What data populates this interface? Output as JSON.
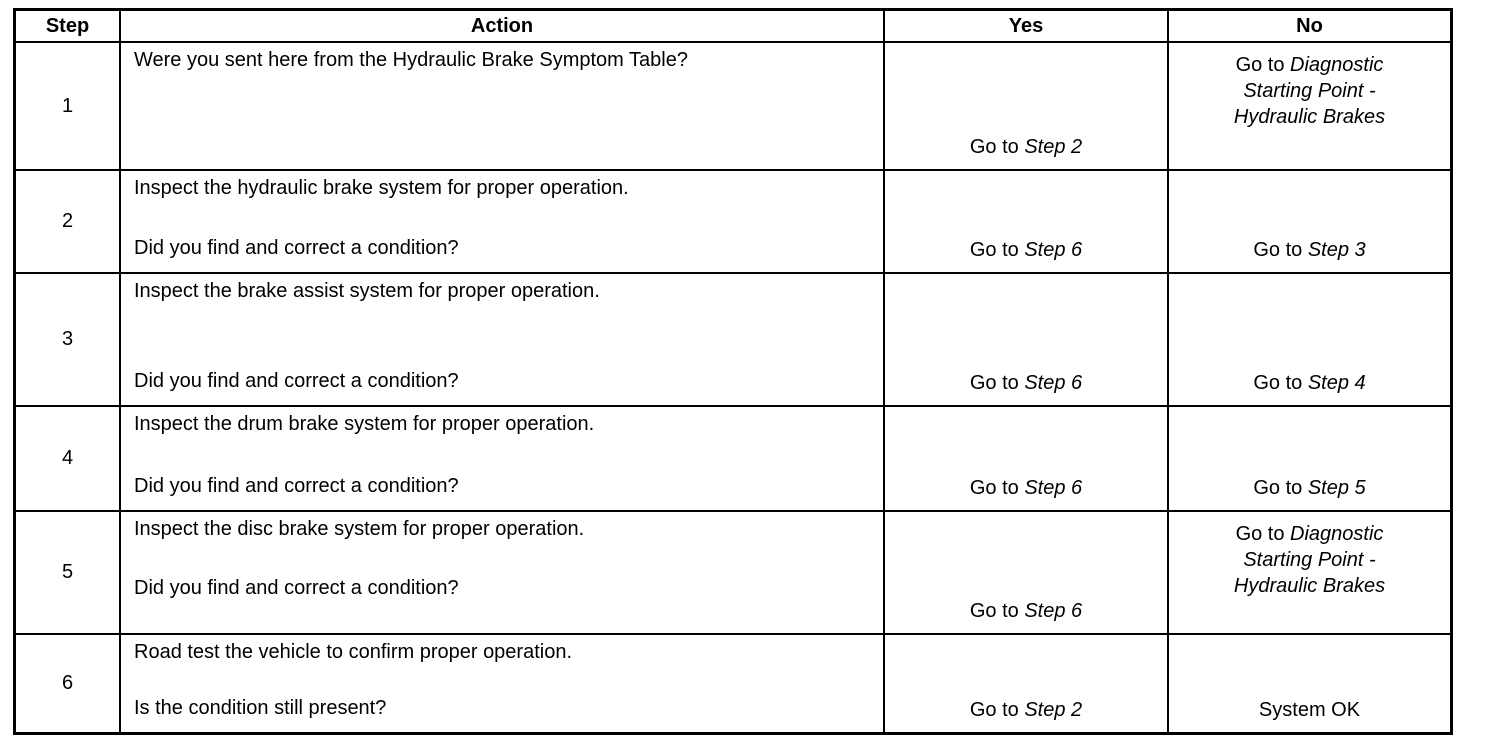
{
  "colors": {
    "background": "#ffffff",
    "border": "#000000",
    "text": "#000000"
  },
  "table": {
    "headers": {
      "step": "Step",
      "action": "Action",
      "yes": "Yes",
      "no": "No"
    },
    "rows": [
      {
        "step": "1",
        "statement": "Were you sent here from the Hydraulic Brake Symptom Table?",
        "question": "",
        "yes_prefix": "Go to ",
        "yes_italic": "Step 2",
        "no_prefix": "Go to ",
        "no_italic": "Diagnostic Starting Point - Hydraulic Brakes"
      },
      {
        "step": "2",
        "statement": "Inspect the hydraulic brake system for proper operation.",
        "question": "Did you find and correct a condition?",
        "yes_prefix": "Go to ",
        "yes_italic": "Step 6",
        "no_prefix": "Go to ",
        "no_italic": "Step 3"
      },
      {
        "step": "3",
        "statement": "Inspect the brake assist system for proper operation.",
        "question": "Did you find and correct a condition?",
        "yes_prefix": "Go to ",
        "yes_italic": "Step 6",
        "no_prefix": "Go to ",
        "no_italic": "Step 4"
      },
      {
        "step": "4",
        "statement": "Inspect the drum brake system for proper operation.",
        "question": "Did you find and correct a condition?",
        "yes_prefix": "Go to ",
        "yes_italic": "Step 6",
        "no_prefix": "Go to ",
        "no_italic": "Step 5"
      },
      {
        "step": "5",
        "statement": "Inspect the disc brake system for proper operation.",
        "question": "Did you find and correct a condition?",
        "yes_prefix": "Go to ",
        "yes_italic": "Step 6",
        "no_prefix": "Go to ",
        "no_italic": "Diagnostic Starting Point - Hydraulic Brakes"
      },
      {
        "step": "6",
        "statement": "Road test the vehicle to confirm proper operation.",
        "question": "Is the condition still present?",
        "yes_prefix": "Go to ",
        "yes_italic": "Step 2",
        "no_prefix": "System OK",
        "no_italic": ""
      }
    ]
  }
}
